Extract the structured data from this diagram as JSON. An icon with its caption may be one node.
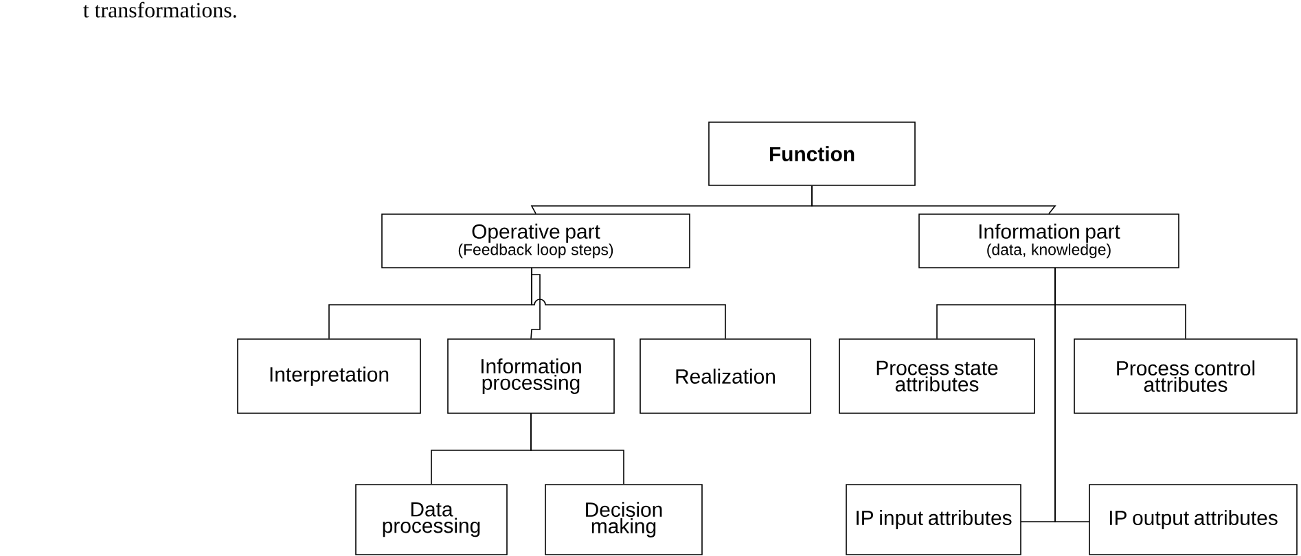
{
  "diagram": {
    "nodes": [
      {
        "text": [
          "Function"
        ]
      },
      {
        "text": [
          "Operative part",
          "(Feedback loop steps)"
        ]
      },
      {
        "text": [
          "Information part",
          "(data, knowledge)"
        ]
      },
      {
        "text": [
          "Interpretation"
        ]
      },
      {
        "text": [
          "Information processing"
        ]
      },
      {
        "text": [
          "Realization"
        ]
      },
      {
        "text": [
          "Process state attributes"
        ]
      },
      {
        "text": [
          "Process control attributes"
        ]
      },
      {
        "text": [
          "Data processing"
        ]
      },
      {
        "text": [
          "Decision making"
        ]
      },
      {
        "text": [
          "IP input attributes"
        ]
      },
      {
        "text": [
          "IP output attributes"
        ]
      }
    ],
    "edges": [
      {
        "from": 0,
        "to": 1,
        "arrow": "none"
      },
      {
        "from": 0,
        "to": 2,
        "arrow": "none"
      },
      {
        "from": 1,
        "to": 3,
        "arrow": "none"
      },
      {
        "from": 1,
        "to": 4,
        "arrow": "none"
      },
      {
        "from": 1,
        "to": 5,
        "arrow": "none"
      },
      {
        "from": 2,
        "to": 6,
        "arrow": "none"
      },
      {
        "from": 2,
        "to": 7,
        "arrow": "none"
      },
      {
        "from": 2,
        "to": 10,
        "arrow": "none"
      },
      {
        "from": 2,
        "to": 11,
        "arrow": "none"
      },
      {
        "from": 4,
        "to": 8,
        "arrow": "none"
      },
      {
        "from": 4,
        "to": 9,
        "arrow": "none"
      }
    ],
    "labels": [
      "t transformations."
    ]
  }
}
